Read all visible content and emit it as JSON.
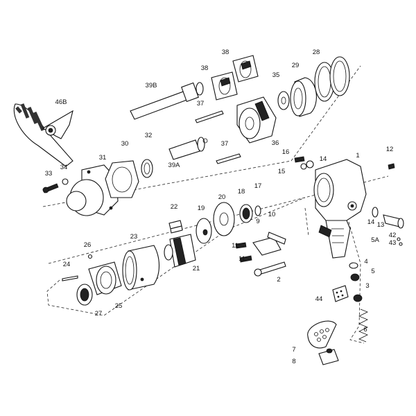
{
  "labels": [
    "1",
    "2",
    "3",
    "4",
    "5",
    "5A",
    "6",
    "7",
    "8",
    "9",
    "10",
    "11",
    "11",
    "12",
    "13",
    "14",
    "14",
    "15",
    "16",
    "17",
    "18",
    "19",
    "20",
    "21",
    "22",
    "23",
    "24",
    "25",
    "26",
    "27",
    "28",
    "29",
    "30",
    "31",
    "32",
    "33",
    "34",
    "35",
    "36",
    "37",
    "37",
    "38",
    "38",
    "39A",
    "39B",
    "42",
    "43",
    "44",
    "46B"
  ],
  "parts": [
    {
      "id": "housing",
      "icon": "impact-wrench-housing"
    },
    {
      "id": "handle",
      "icon": "side-handle"
    },
    {
      "id": "hammer",
      "icon": "hammer-cage"
    },
    {
      "id": "rotor",
      "icon": "rotor-cylinder"
    },
    {
      "id": "front-housing",
      "icon": "front-housing"
    },
    {
      "id": "anvil",
      "icon": "anvil"
    },
    {
      "id": "spring",
      "icon": "coil-spring"
    }
  ]
}
